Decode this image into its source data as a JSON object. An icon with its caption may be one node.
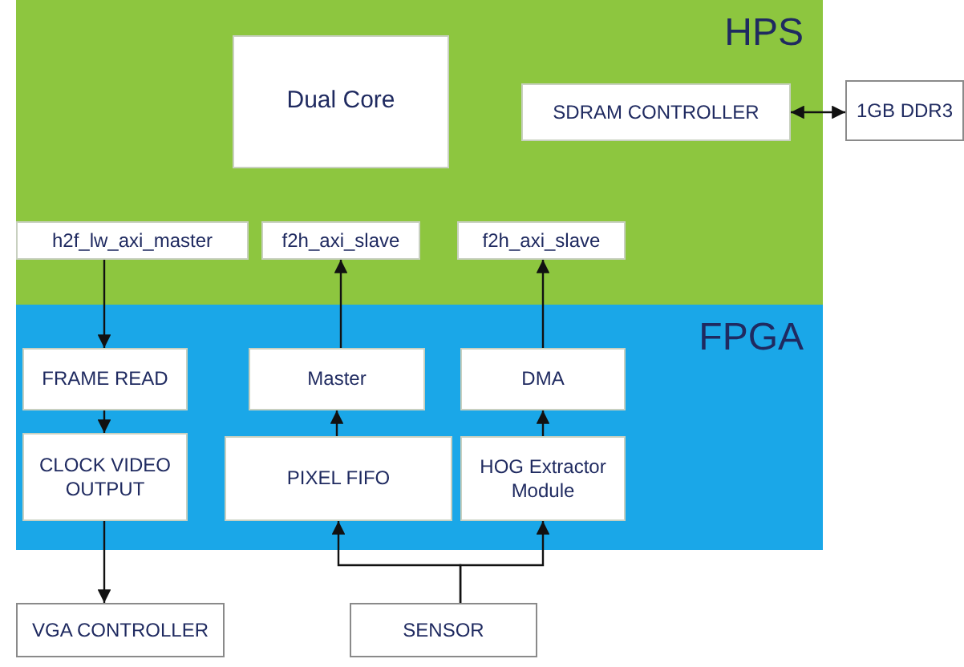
{
  "diagram": {
    "nodes": [
      {
        "text": [
          "HPS"
        ]
      },
      {
        "text": [
          "Dual Core"
        ],
        "in": 0
      },
      {
        "text": [
          "SDRAM CONTROLLER"
        ],
        "in": 0
      },
      {
        "text": [
          "1GB DDR3"
        ]
      },
      {
        "text": [
          "h2f_lw_axi_master"
        ],
        "in": 0
      },
      {
        "text": [
          "f2h_axi_slave"
        ],
        "in": 0
      },
      {
        "text": [
          "f2h_axi_slave"
        ],
        "in": 0
      },
      {
        "text": [
          "FPGA"
        ]
      },
      {
        "text": [
          "FRAME READ"
        ],
        "in": 7
      },
      {
        "text": [
          "Master"
        ],
        "in": 7
      },
      {
        "text": [
          "DMA"
        ],
        "in": 7
      },
      {
        "text": [
          "CLOCK VIDEO OUTPUT"
        ],
        "in": 7
      },
      {
        "text": [
          "PIXEL FIFO"
        ],
        "in": 7
      },
      {
        "text": [
          "HOG Extractor Module"
        ],
        "in": 7
      },
      {
        "text": [
          "VGA CONTROLLER"
        ]
      },
      {
        "text": [
          "SENSOR"
        ]
      }
    ],
    "edges": [
      {
        "from": 2,
        "to": 3,
        "arrow": "both"
      },
      {
        "from": 4,
        "to": 8,
        "arrow": "to"
      },
      {
        "from": 8,
        "to": 11,
        "arrow": "to"
      },
      {
        "from": 11,
        "to": 14,
        "arrow": "to"
      },
      {
        "from": 9,
        "to": 5,
        "arrow": "to"
      },
      {
        "from": 12,
        "to": 9,
        "arrow": "to"
      },
      {
        "from": 10,
        "to": 6,
        "arrow": "to"
      },
      {
        "from": 13,
        "to": 10,
        "arrow": "to"
      },
      {
        "from": 15,
        "to": 12,
        "arrow": "to"
      },
      {
        "from": 15,
        "to": 13,
        "arrow": "to"
      }
    ]
  }
}
